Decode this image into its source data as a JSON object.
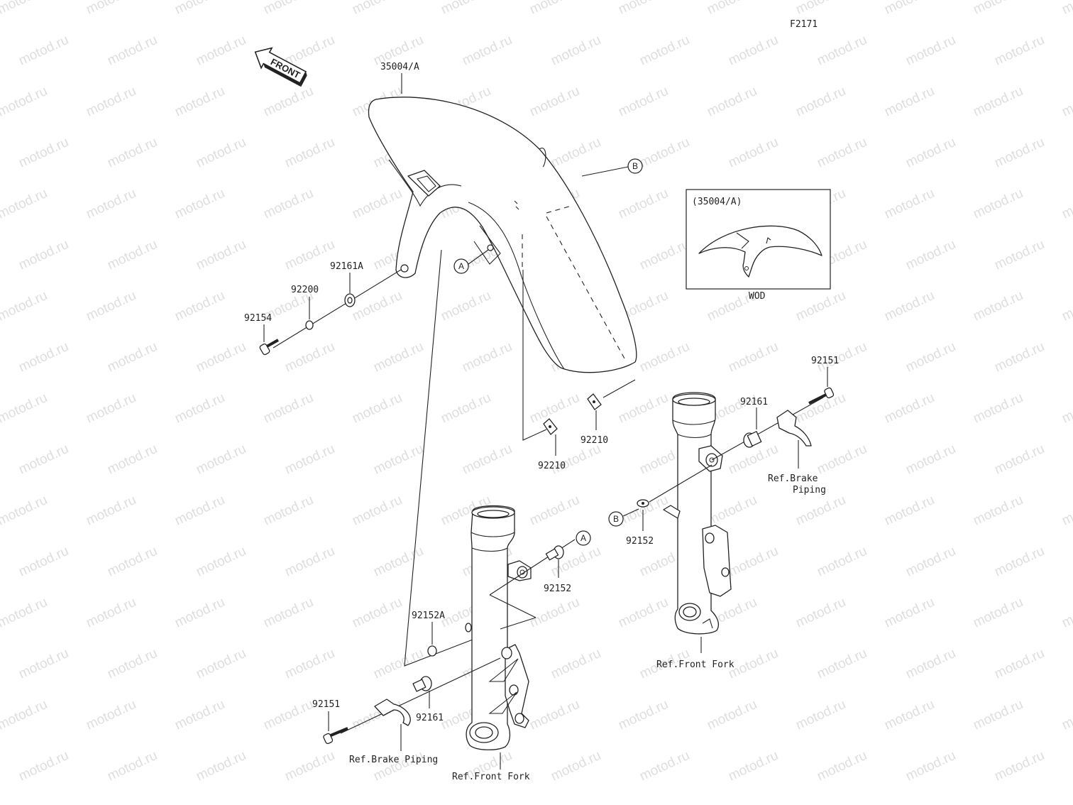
{
  "figure_code": "F2171",
  "watermark": "motod.ru",
  "front_arrow": "FRONT",
  "parts": {
    "fender": "35004/A",
    "bolt_left": "92154",
    "washer_left": "92200",
    "grommet_left": "92161A",
    "nut_mid": "92210",
    "nut_right": "92210",
    "collar_a": "92152",
    "collar_b": "92152",
    "collar_small": "92152A",
    "grommet_bottom": "92161",
    "grommet_right": "92161",
    "bolt_bottom": "92151",
    "bolt_right": "92151"
  },
  "refs": {
    "brake_piping_bottom": "Ref.Brake Piping",
    "front_fork_bottom": "Ref.Front Fork",
    "front_fork_right": "Ref.Front Fork",
    "brake_piping_right_line1": "Ref.Brake",
    "brake_piping_right_line2": "Piping"
  },
  "inset": {
    "title": "(35004/A)",
    "caption": "WOD"
  },
  "callouts": {
    "a": "A",
    "b": "B"
  }
}
